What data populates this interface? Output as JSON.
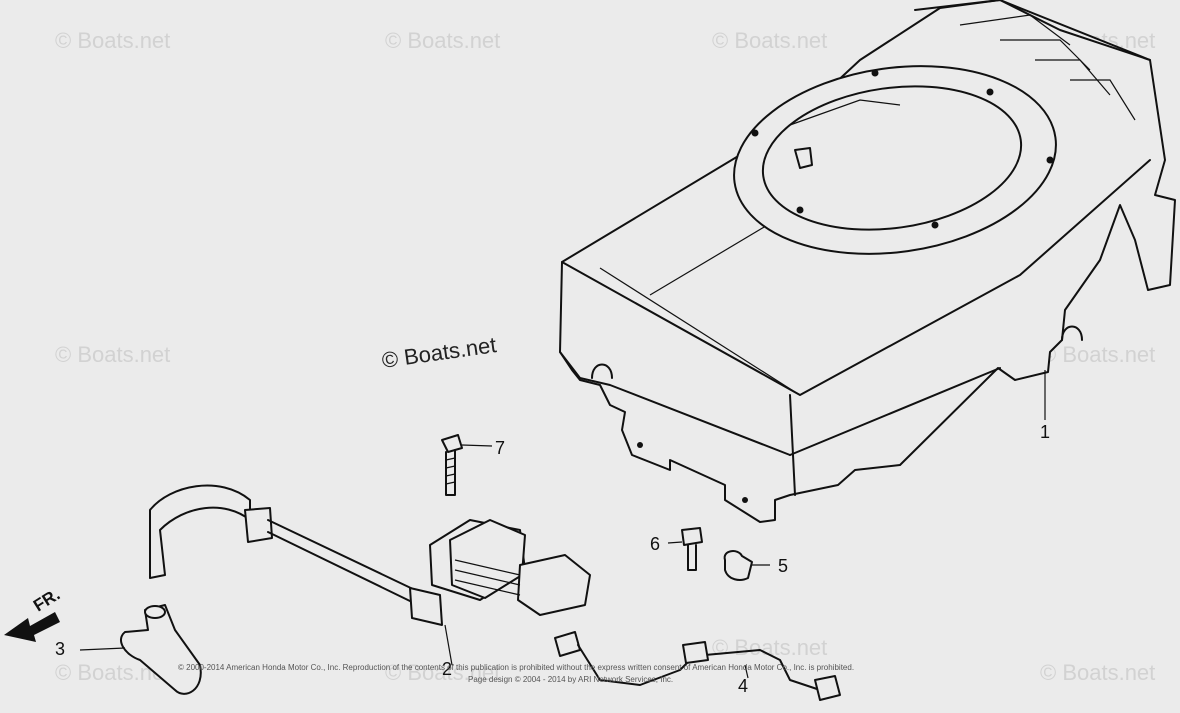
{
  "watermarks": {
    "text": "© Boats.net",
    "main": "© Boats.net"
  },
  "direction": {
    "label": "FR."
  },
  "callouts": [
    "1",
    "2",
    "3",
    "4",
    "5",
    "6",
    "7"
  ],
  "copyright": {
    "line1": "© 2000-2014 American Honda Motor Co., Inc. Reproduction of the contents of this publication is prohibited without the express written consent of American Honda Motor Co., Inc. is prohibited.",
    "line2": "Page design © 2004 - 2014 by ARI Network Services, Inc."
  }
}
